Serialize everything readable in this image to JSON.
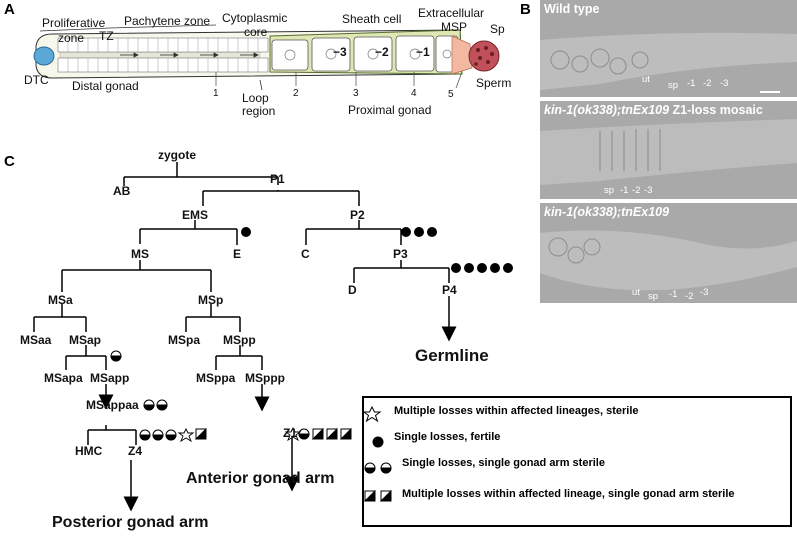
{
  "panels": {
    "a": "A",
    "b": "B",
    "c": "C"
  },
  "gonad": {
    "labels": {
      "proliferative_zone_1": "Proliferative",
      "proliferative_zone_2": "zone",
      "tz": "TZ",
      "pachytene": "Pachytene zone",
      "cytoplasmic_1": "Cytoplasmic",
      "cytoplasmic_2": "core",
      "sheath": "Sheath cell",
      "extracellular_1": "Extracellular",
      "extracellular_2": "MSP",
      "sp": "Sp",
      "sperm": "Sperm",
      "dtc": "DTC",
      "distal": "Distal gonad",
      "loop_1": "Loop",
      "loop_2": "region",
      "proximal": "Proximal gonad"
    },
    "oocytes": [
      "−3",
      "−2",
      "−1"
    ],
    "sheath_numbers": [
      "1",
      "2",
      "3",
      "4",
      "5"
    ]
  },
  "micrographs": [
    {
      "title": "Wild type",
      "labels": [
        "ut",
        "sp",
        "-1",
        "-2",
        "-3"
      ]
    },
    {
      "title": "kin-1(ok338);tnEx109",
      "title_suffix": " Z1-loss mosaic",
      "labels": [
        "sp",
        "-1",
        "-2",
        "-3"
      ]
    },
    {
      "title": "kin-1(ok338);tnEx109",
      "labels": [
        "ut",
        "sp",
        "-1",
        "-2",
        "-3"
      ]
    }
  ],
  "lineage": {
    "nodes": {
      "zygote": "zygote",
      "ab": "AB",
      "p1": "P1",
      "ems": "EMS",
      "p2": "P2",
      "ms": "MS",
      "e": "E",
      "c": "C",
      "p3": "P3",
      "d": "D",
      "p4": "P4",
      "msa": "MSa",
      "msp": "MSp",
      "msaa": "MSaa",
      "msap": "MSap",
      "mspa": "MSpa",
      "mspp": "MSpp",
      "msapa": "MSapa",
      "msapp": "MSapp",
      "msppa": "MSppa",
      "msppp": "MSppp",
      "msappaa": "MSappaa",
      "hmc": "HMC",
      "z4": "Z4",
      "z1": "Z1"
    },
    "outcomes": {
      "germline": "Germline",
      "anterior": "Anterior gonad arm",
      "posterior": "Posterior gonad arm"
    }
  },
  "legend": {
    "star": "Multiple losses within affected lineages, sterile",
    "filled": "Single losses, fertile",
    "half": "Single losses, single gonad arm sterile",
    "diagonal": "Multiple losses within affected lineage, single gonad arm sterile"
  }
}
